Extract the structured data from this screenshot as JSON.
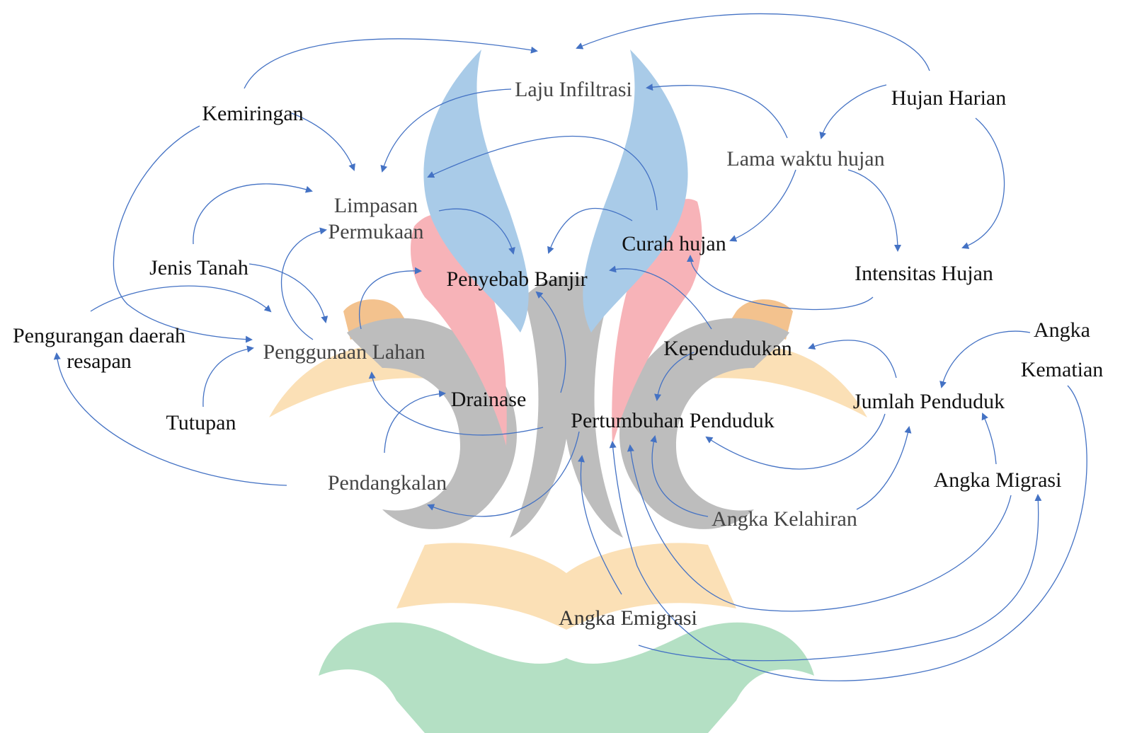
{
  "diagram": {
    "colors": {
      "arrow": "#4472c4",
      "text": "#111111",
      "watermark_blue": "#a9cbe8",
      "watermark_pink": "#f7b3b8",
      "watermark_gray": "#bdbdbd",
      "watermark_peach": "#fbe0b6",
      "watermark_orange": "#f3c28e",
      "watermark_green": "#b4e0c4"
    },
    "nodes": {
      "laju_infiltrasi": "Laju Infiltrasi",
      "hujan_harian": "Hujan Harian",
      "kemiringan": "Kemiringan",
      "lama_waktu_hujan": "Lama waktu hujan",
      "limpasan_1": "Limpasan",
      "limpasan_2": "Permukaan",
      "curah_hujan": "Curah hujan",
      "jenis_tanah": "Jenis Tanah",
      "penyebab_banjir": "Penyebab Banjir",
      "intensitas_hujan": "Intensitas Hujan",
      "pengurangan_1": "Pengurangan daerah",
      "pengurangan_2": "resapan",
      "penggunaan_lahan": "Penggunaan Lahan",
      "kependudukan": "Kependudukan",
      "angka_kematian_1": "Angka",
      "angka_kematian_2": "Kematian",
      "drainase": "Drainase",
      "jumlah_penduduk": "Jumlah Penduduk",
      "tutupan": "Tutupan",
      "pertumbuhan_penduduk": "Pertumbuhan Penduduk",
      "angka_migrasi": "Angka Migrasi",
      "pendangkalan": "Pendangkalan",
      "angka_kelahiran": "Angka Kelahiran",
      "angka_emigrasi": "Angka Emigrasi"
    }
  }
}
